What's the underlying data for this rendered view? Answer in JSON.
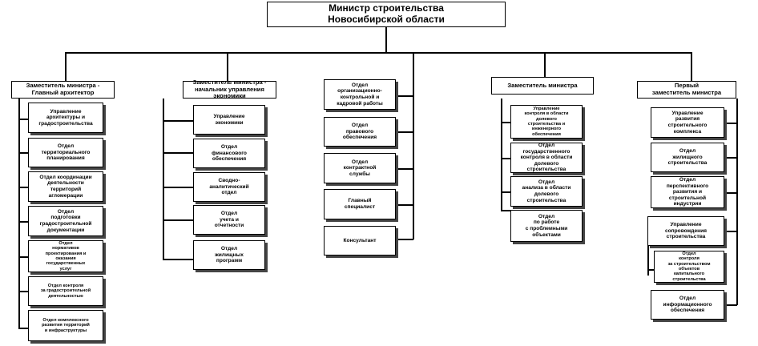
{
  "minister": "Министр строительства\nНовосибирской области",
  "columns": [
    {
      "head": "Заместитель министра -\nГлавный архитектор",
      "units": [
        "Управление\nархитектуры и\nградостроительства",
        "Отдел\nтерриториального\nпланирования",
        "Отдел координации\nдеятельности\nтерриторий\nагломерации",
        "Отдел\nподготовки\nградостроительной\nдокументации",
        "Отдел\nнормативов\nпроектирования и\nоказания\nгосударственных\nуслуг",
        "Отдел контроля\nза градостроительной\nдеятельностью",
        "Отдел комплексного\nразвития территорий\nи инфраструктуры"
      ]
    },
    {
      "head": "Заместитель министра -\nначальник управления\nэкономики",
      "units": [
        "Управление\nэкономики",
        "Отдел\nфинансового\nобеспечения",
        "Сводно-\nаналитический\nотдел",
        "Отдел\nучета и\nотчетности",
        "Отдел\nжилищных\nпрограмм"
      ]
    },
    {
      "head": "",
      "units": [
        "Отдел\nорганизационно-\nконтрольной и\nкадровой работы",
        "Отдел\nправового\nобеспечения",
        "Отдел\nконтрактной\nслужбы",
        "Главный\nспециалист",
        "Консультант"
      ]
    },
    {
      "head": "Заместитель министра",
      "units": [
        "Управление\nконтроля в области\nдолевого\nстроительства и\nинженерного\nобеспечения",
        "Отдел\nгосударственного\nконтроля в области\nдолевого\nстроительства",
        "Отдел\nанализа в области\nдолевого\nстроительства",
        "Отдел\nпо работе\nс проблемными\nобъектами"
      ]
    },
    {
      "head": "Первый\nзаместитель министра",
      "units": [
        "Управление\nразвития\nстроительного\nкомплекса",
        "Отдел\nжилищного\nстроительства",
        "Отдел\nперспективного\nразвития и\nстроительной\nиндустрии",
        "Управление\nсопровождения\nстроительства",
        "Отдел\nконтроля\nза строительством\nобъектов\nкапитального\nстроительства",
        "Отдел\nинформационного\nобеспечения"
      ]
    }
  ]
}
